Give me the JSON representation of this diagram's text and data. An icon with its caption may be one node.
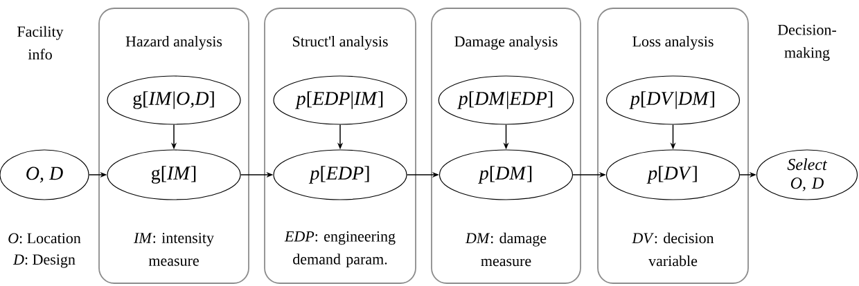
{
  "diagram": {
    "nodes": [
      {
        "text": [
          "O, D"
        ],
        "beside": [
          "*O*: Location",
          "*D*: Design"
        ]
      },
      {
        "text": [
          "Hazard analysis",
          "*IM*: intensity measure"
        ]
      },
      {
        "text": [
          "g[*IM*|*O,D*]"
        ],
        "in": 1
      },
      {
        "text": [
          "g[*IM*]"
        ],
        "in": 1
      },
      {
        "text": [
          "Struct'l analysis",
          "*EDP*: engineering demand param."
        ]
      },
      {
        "text": [
          "*p*[*EDP*|*IM*]"
        ],
        "in": 4
      },
      {
        "text": [
          "*p*[*EDP*]"
        ],
        "in": 4
      },
      {
        "text": [
          "Damage analysis",
          "*DM*: damage measure"
        ]
      },
      {
        "text": [
          "*p*[*DM*|*EDP*]"
        ],
        "in": 7
      },
      {
        "text": [
          "*p*[*DM*]"
        ],
        "in": 7
      },
      {
        "text": [
          "Loss analysis",
          "*DV*: decision variable"
        ]
      },
      {
        "text": [
          "*p*[*DV*|*DM*]"
        ],
        "in": 10
      },
      {
        "text": [
          "*p*[*DV*]"
        ],
        "in": 10
      },
      {
        "text": [
          "Select O, D"
        ]
      }
    ],
    "edges": [
      {
        "from": 0,
        "to": 3,
        "arrow": "to"
      },
      {
        "from": 2,
        "to": 3,
        "arrow": "to"
      },
      {
        "from": 3,
        "to": 6,
        "arrow": "to"
      },
      {
        "from": 5,
        "to": 6,
        "arrow": "to"
      },
      {
        "from": 6,
        "to": 9,
        "arrow": "to"
      },
      {
        "from": 8,
        "to": 9,
        "arrow": "to"
      },
      {
        "from": 9,
        "to": 12,
        "arrow": "to"
      },
      {
        "from": 11,
        "to": 12,
        "arrow": "to"
      },
      {
        "from": 12,
        "to": 13,
        "arrow": "to"
      }
    ],
    "labels": [
      "Facility info",
      "Decision-making"
    ]
  }
}
